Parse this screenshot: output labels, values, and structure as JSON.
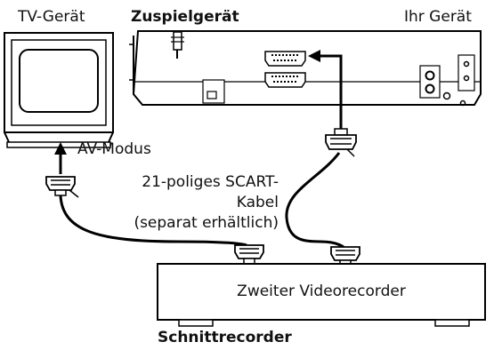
{
  "labels": {
    "tv": "TV-Gerät",
    "source": "Zuspielgerät",
    "your_device": "Ihr Gerät",
    "av_mode": "AV-Modus",
    "cable_line1": "21-poliges SCART-",
    "cable_line2": "Kabel",
    "cable_line3": "(separat erhältlich)",
    "second_vcr": "Zweiter Videorecorder",
    "edit_recorder": "Schnittrecorder"
  }
}
